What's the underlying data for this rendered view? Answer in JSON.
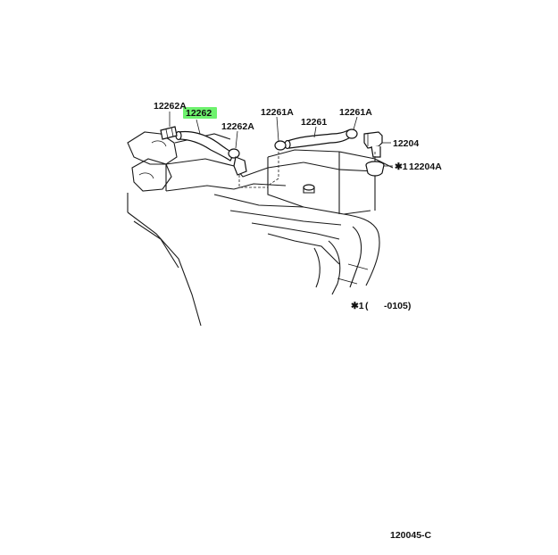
{
  "labels": {
    "clamp_left": "12262A",
    "hose_highlighted": "12262",
    "clamp_right": "12262A",
    "clamp_mid": "12261A",
    "hose_mid": "12261",
    "clamp_far": "12261A",
    "valve": "12204",
    "grommet": "12204A",
    "grommet_mark": "✱1",
    "note_mark": "✱1",
    "note_range": "(      -0105)",
    "diagram_code": "120045-C"
  },
  "colors": {
    "highlight": "#6ef26e",
    "line": "#1a1a1a"
  }
}
